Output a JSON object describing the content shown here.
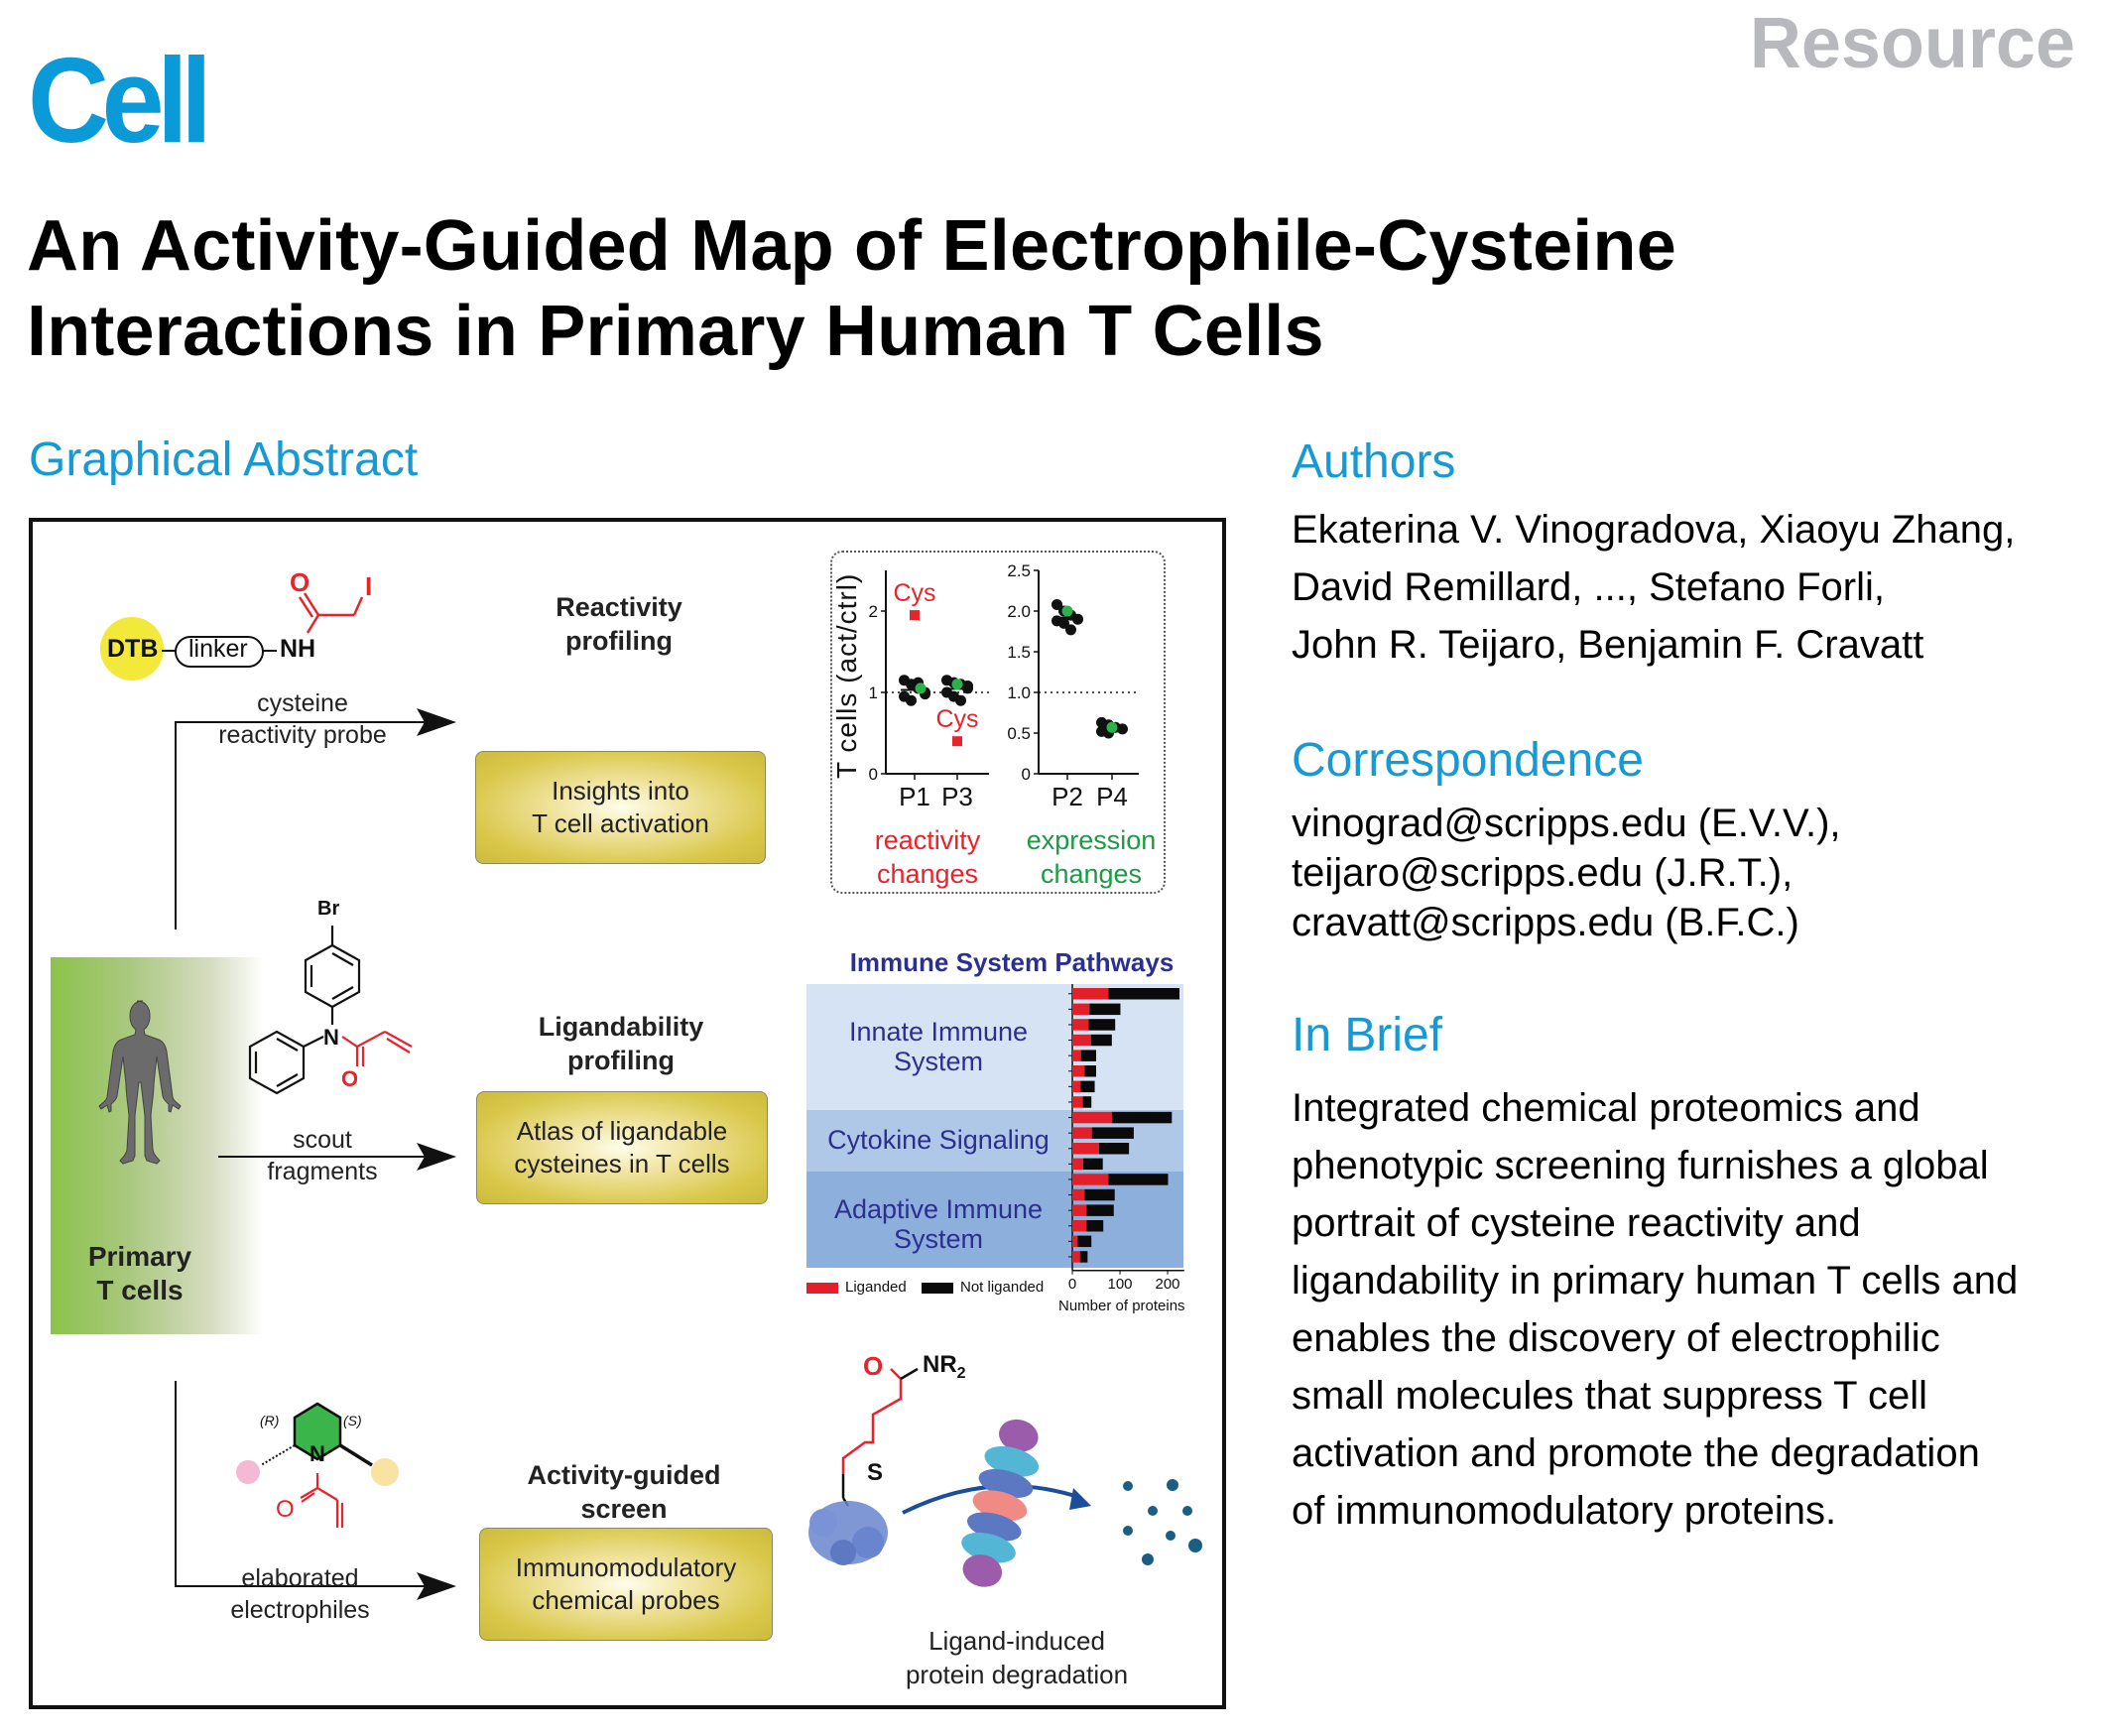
{
  "journal": {
    "logo": "Cell",
    "article_type": "Resource"
  },
  "title": "An Activity-Guided Map of Electrophile-Cysteine Interactions in Primary Human T Cells",
  "graphical_abstract": {
    "heading": "Graphical Abstract",
    "primary_cells_label": [
      "Primary",
      "T cells"
    ],
    "probe": {
      "tag": "DTB",
      "linker": "linker",
      "nh": "NH",
      "o": "O",
      "i": "I"
    },
    "scout": {
      "br": "Br",
      "n": "N",
      "o": "O"
    },
    "elaborated": {
      "r": "(R)",
      "s": "(S)",
      "n": "N",
      "o": "O"
    },
    "adduct": {
      "o": "O",
      "nr2": "NR",
      "sub": "2",
      "s": "S"
    },
    "rows": [
      {
        "arrow_label": [
          "cysteine",
          "reactivity probe"
        ],
        "stage": [
          "Reactivity",
          "profiling"
        ],
        "box": [
          "Insights into",
          "T cell activation"
        ]
      },
      {
        "arrow_label": [
          "scout",
          "fragments"
        ],
        "stage": [
          "Ligandability",
          "profiling"
        ],
        "box": [
          "Atlas of ligandable",
          "cysteines in T cells"
        ]
      },
      {
        "arrow_label": [
          "elaborated",
          "electrophiles"
        ],
        "stage": [
          "Activity-guided",
          "screen"
        ],
        "box": [
          "Immunomodulatory",
          "chemical probes"
        ]
      }
    ],
    "degradation_caption": [
      "Ligand-induced",
      "protein degradation"
    ]
  },
  "colors": {
    "brand_blue": "#0a9ad7",
    "heading_gray": "#b7b9bc",
    "reactive_red": "#e8232a",
    "expression_green": "#1c9a44",
    "pathway_navy": "#2b2f8e",
    "liganded_red": "#e3202a",
    "not_liganded_black": "#0a0a0a"
  },
  "chart_data": [
    {
      "type": "scatter",
      "title": "",
      "ylabel": "T cells  (act/ctrl)",
      "panels": [
        {
          "name": "reactivity changes",
          "categories": [
            "P1",
            "P3"
          ],
          "ylim": [
            0,
            2.5
          ],
          "yticks": [
            "0",
            "1",
            "2"
          ],
          "reference_line": 1.0,
          "cys_values": [
            1.95,
            0.4
          ],
          "cys_label": "Cys",
          "green_mean": [
            1.05,
            1.1
          ],
          "black_points": [
            [
              1.15,
              1.1,
              1.05,
              1.0,
              0.95,
              0.9,
              1.12,
              0.98
            ],
            [
              1.15,
              1.12,
              1.1,
              1.05,
              1.0,
              0.95,
              0.9,
              1.08
            ]
          ],
          "label": [
            "reactivity",
            "changes"
          ]
        },
        {
          "name": "expression changes",
          "categories": [
            "P2",
            "P4"
          ],
          "ylim": [
            0,
            2.5
          ],
          "yticks": [
            "0",
            "0.5",
            "1.0",
            "1.5",
            "2.0",
            "2.5"
          ],
          "reference_line": 1.0,
          "green_mean": [
            2.0,
            0.57
          ],
          "black_points": [
            [
              2.08,
              2.0,
              1.95,
              1.9,
              1.88,
              1.85,
              1.77
            ],
            [
              0.63,
              0.6,
              0.57,
              0.55,
              0.52,
              0.5
            ]
          ],
          "label": [
            "expression",
            "changes"
          ]
        }
      ]
    },
    {
      "type": "bar",
      "orientation": "horizontal",
      "stacked": true,
      "title": "Immune System Pathways",
      "xlabel": "Number of proteins",
      "xlim": [
        0,
        235
      ],
      "xticks": [
        "0",
        "100",
        "200"
      ],
      "groups": [
        {
          "name": "Innate Immune System",
          "label_lines": [
            "Innate Immune",
            "System"
          ],
          "rows": 8
        },
        {
          "name": "Cytokine Signaling",
          "label_lines": [
            "Cytokine Signaling"
          ],
          "rows": 4
        },
        {
          "name": "Adaptive Immune System",
          "label_lines": [
            "Adaptive Immune",
            "System"
          ],
          "rows": 6
        }
      ],
      "series": [
        {
          "name": "Liganded",
          "values": [
            76,
            36,
            34,
            39,
            18,
            26,
            17,
            22,
            83,
            41,
            56,
            23,
            76,
            26,
            30,
            30,
            11,
            16
          ]
        },
        {
          "name": "Not liganded",
          "values": [
            149,
            65,
            56,
            44,
            32,
            24,
            30,
            18,
            126,
            88,
            63,
            41,
            125,
            63,
            57,
            35,
            29,
            16
          ]
        }
      ],
      "legend": [
        "Liganded",
        "Not liganded"
      ],
      "legend_position": "bottom-left"
    }
  ],
  "authors": {
    "heading": "Authors",
    "lines": [
      "Ekaterina V. Vinogradova, Xiaoyu Zhang,",
      "David Remillard, ..., Stefano Forli,",
      "John R. Teijaro, Benjamin F. Cravatt"
    ]
  },
  "correspondence": {
    "heading": "Correspondence",
    "lines": [
      "vinograd@scripps.edu (E.V.V.),",
      "teijaro@scripps.edu (J.R.T.),",
      "cravatt@scripps.edu (B.F.C.)"
    ]
  },
  "in_brief": {
    "heading": "In Brief",
    "lines": [
      "Integrated chemical proteomics and",
      "phenotypic screening furnishes a global",
      "portrait of cysteine reactivity and",
      "ligandability in primary human T cells and",
      "enables the discovery of electrophilic",
      "small molecules that suppress T cell",
      "activation and promote the degradation",
      "of immunomodulatory proteins."
    ]
  }
}
